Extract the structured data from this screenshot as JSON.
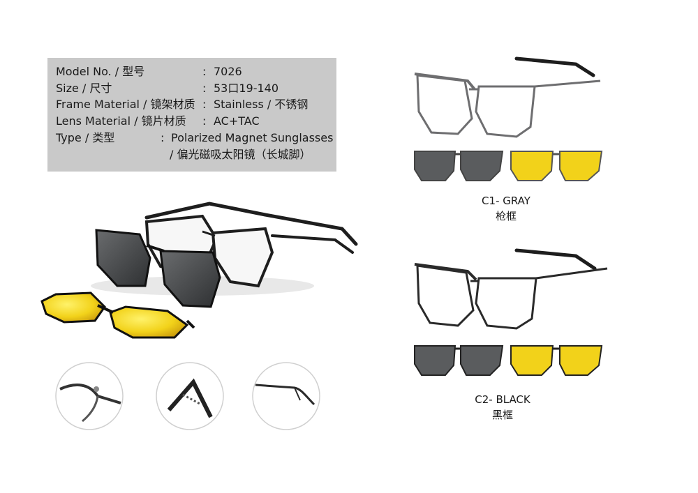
{
  "specs": {
    "model": {
      "label": "Model No. / 型号",
      "value": "7026"
    },
    "size": {
      "label": "Size / 尺寸",
      "value": "53口19-140"
    },
    "frame_material": {
      "label": "Frame Material / 镜架材质",
      "value": "Stainless / 不锈钢"
    },
    "lens_material": {
      "label": "Lens Material / 镜片材质",
      "value": "AC+TAC"
    },
    "type": {
      "label": "Type / 类型",
      "value": "Polarized Magnet Sunglasses",
      "value_cn": "/ 偏光磁吸太阳镜（长城脚）"
    },
    "colon": ":"
  },
  "variants": [
    {
      "code": "C1- GRAY",
      "name_cn": "枪框",
      "frame_color": "#6e6e70"
    },
    {
      "code": "C2- BLACK",
      "name_cn": "黑框",
      "frame_color": "#2a2a2a"
    }
  ],
  "colors": {
    "spec_background": "#c9c9c9",
    "gray_lens": "#5a5c5e",
    "yellow_lens": "#f2d21a"
  }
}
